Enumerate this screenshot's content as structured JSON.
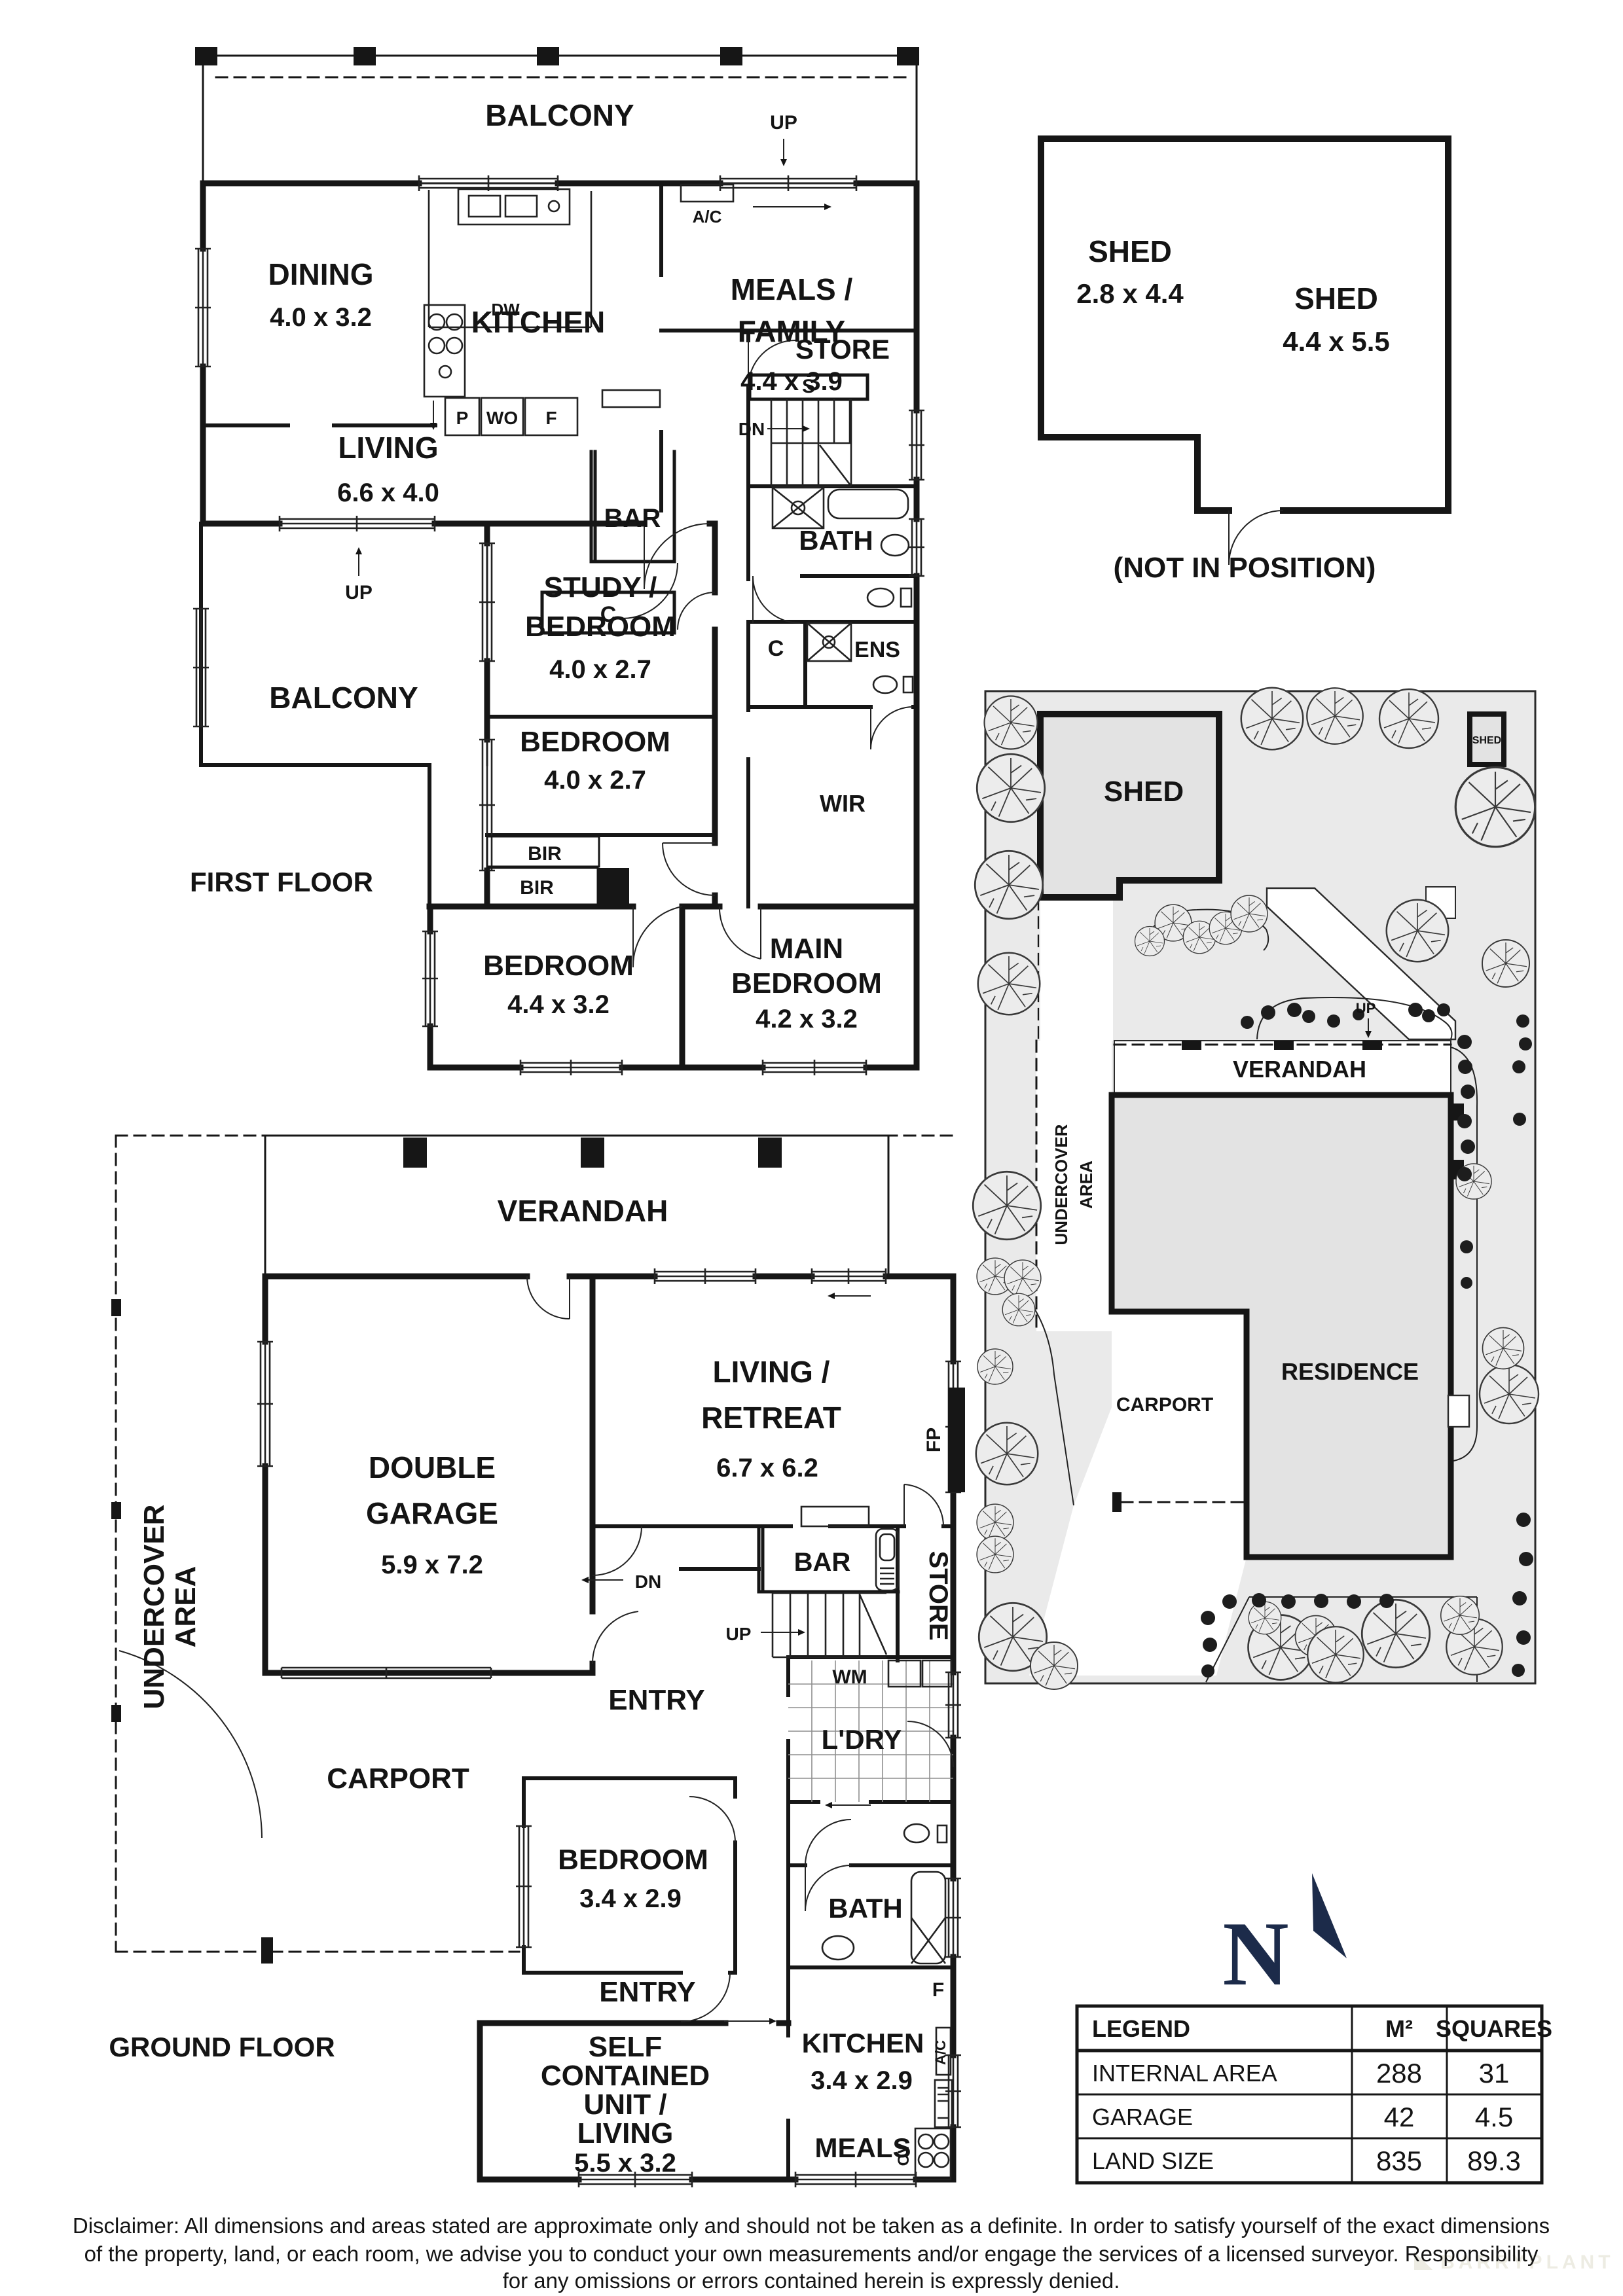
{
  "first_floor": {
    "floor_label": "FIRST FLOOR",
    "balcony_top": "BALCONY",
    "balcony_side": "BALCONY",
    "up_balcony": "UP",
    "up_lower": "UP",
    "ac": "A/C",
    "dw": "DW",
    "p": "P",
    "wo": "WO",
    "f": "F",
    "bar": "BAR",
    "c_closet": "C",
    "c_small": "C",
    "store": "STORE",
    "s": "S",
    "dn": "DN",
    "bath": "BATH",
    "ens": "ENS",
    "wir": "WIR",
    "bir1": "BIR",
    "bir2": "BIR",
    "dining": {
      "name": "DINING",
      "dims": "4.0 x 3.2"
    },
    "kitchen": {
      "name": "KITCHEN"
    },
    "meals": {
      "l1": "MEALS /",
      "l2": "FAMILY",
      "dims": "4.4 x 3.9"
    },
    "living": {
      "name": "LIVING",
      "dims": "6.6 x 4.0"
    },
    "study": {
      "l1": "STUDY /",
      "l2": "BEDROOM",
      "dims": "4.0 x 2.7"
    },
    "bedroom2": {
      "name": "BEDROOM",
      "dims": "4.0 x 2.7"
    },
    "bedroom3": {
      "name": "BEDROOM",
      "dims": "4.4 x 3.2"
    },
    "main_bedroom": {
      "l1": "MAIN",
      "l2": "BEDROOM",
      "dims": "4.2 x 3.2"
    }
  },
  "shed_plan": {
    "shed1": {
      "name": "SHED",
      "dims": "2.8 x 4.4"
    },
    "shed2": {
      "name": "SHED",
      "dims": "4.4 x 5.5"
    },
    "note": "(NOT IN POSITION)"
  },
  "site_plan": {
    "shed": "SHED",
    "shed_small": "SHED",
    "verandah": "VERANDAH",
    "undercover_l1": "UNDERCOVER",
    "undercover_l2": "AREA",
    "carport": "CARPORT",
    "residence": "RESIDENCE",
    "up": "UP"
  },
  "ground_floor": {
    "floor_label": "GROUND FLOOR",
    "verandah": "VERANDAH",
    "undercover_l1": "UNDERCOVER",
    "undercover_l2": "AREA",
    "garage": {
      "l1": "DOUBLE",
      "l2": "GARAGE",
      "dims": "5.9 x 7.2"
    },
    "living": {
      "l1": "LIVING /",
      "l2": "RETREAT",
      "dims": "6.7 x 6.2"
    },
    "fp": "FP",
    "bar": "BAR",
    "store": "STORE",
    "up": "UP",
    "dn": "DN",
    "wm": "WM",
    "ldry": "L'DRY",
    "entry_upper": "ENTRY",
    "entry_lower": "ENTRY",
    "carport": "CARPORT",
    "bath": "BATH",
    "f": "F",
    "ac": "A/C",
    "ov": "OV",
    "bedroom": {
      "name": "BEDROOM",
      "dims": "3.4 x 2.9"
    },
    "unit": {
      "l1": "SELF",
      "l2": "CONTAINED",
      "l3": "UNIT /",
      "l4": "LIVING",
      "dims": "5.5 x 3.2"
    },
    "kitchen": {
      "name": "KITCHEN",
      "dims": "3.4 x 2.9"
    },
    "meals": "MEALS"
  },
  "north": {
    "label": "N"
  },
  "legend": {
    "header": [
      "LEGEND",
      "M²",
      "SQUARES"
    ],
    "rows": [
      [
        "INTERNAL AREA",
        "288",
        "31"
      ],
      [
        "GARAGE",
        "42",
        "4.5"
      ],
      [
        "LAND SIZE",
        "835",
        "89.3"
      ]
    ]
  },
  "disclaimer": {
    "l1": "Disclaimer: All dimensions and areas stated are approximate only and should not be taken as a definite. In order to satisfy yourself of the exact dimensions",
    "l2": "of the property, land, or each room, we advise you to conduct your own measurements and/or engage the services of a licensed surveyor. Responsibility",
    "l3": "for any omissions or errors contained herein is expressly denied."
  },
  "watermark": "BARRYPLANT"
}
